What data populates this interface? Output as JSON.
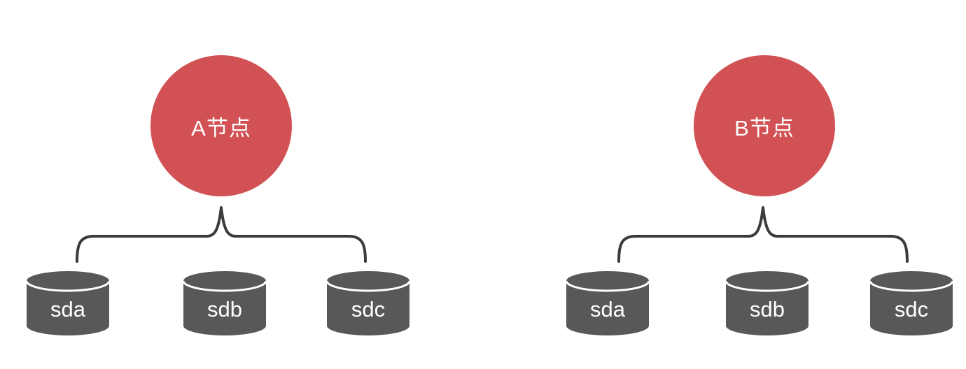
{
  "diagram": {
    "colors": {
      "node_fill": "#d25154",
      "node_text": "#ffffff",
      "disk_fill": "#585858",
      "disk_text": "#ffffff",
      "brace_stroke": "#3b3b3b",
      "background": "#ffffff"
    },
    "icons": {
      "disk": "database-cylinder-icon",
      "connector": "curly-brace-icon"
    },
    "groups": [
      {
        "node_label": "A节点",
        "disks": [
          {
            "label": "sda"
          },
          {
            "label": "sdb"
          },
          {
            "label": "sdc"
          }
        ]
      },
      {
        "node_label": "B节点",
        "disks": [
          {
            "label": "sda"
          },
          {
            "label": "sdb"
          },
          {
            "label": "sdc"
          }
        ]
      }
    ]
  }
}
